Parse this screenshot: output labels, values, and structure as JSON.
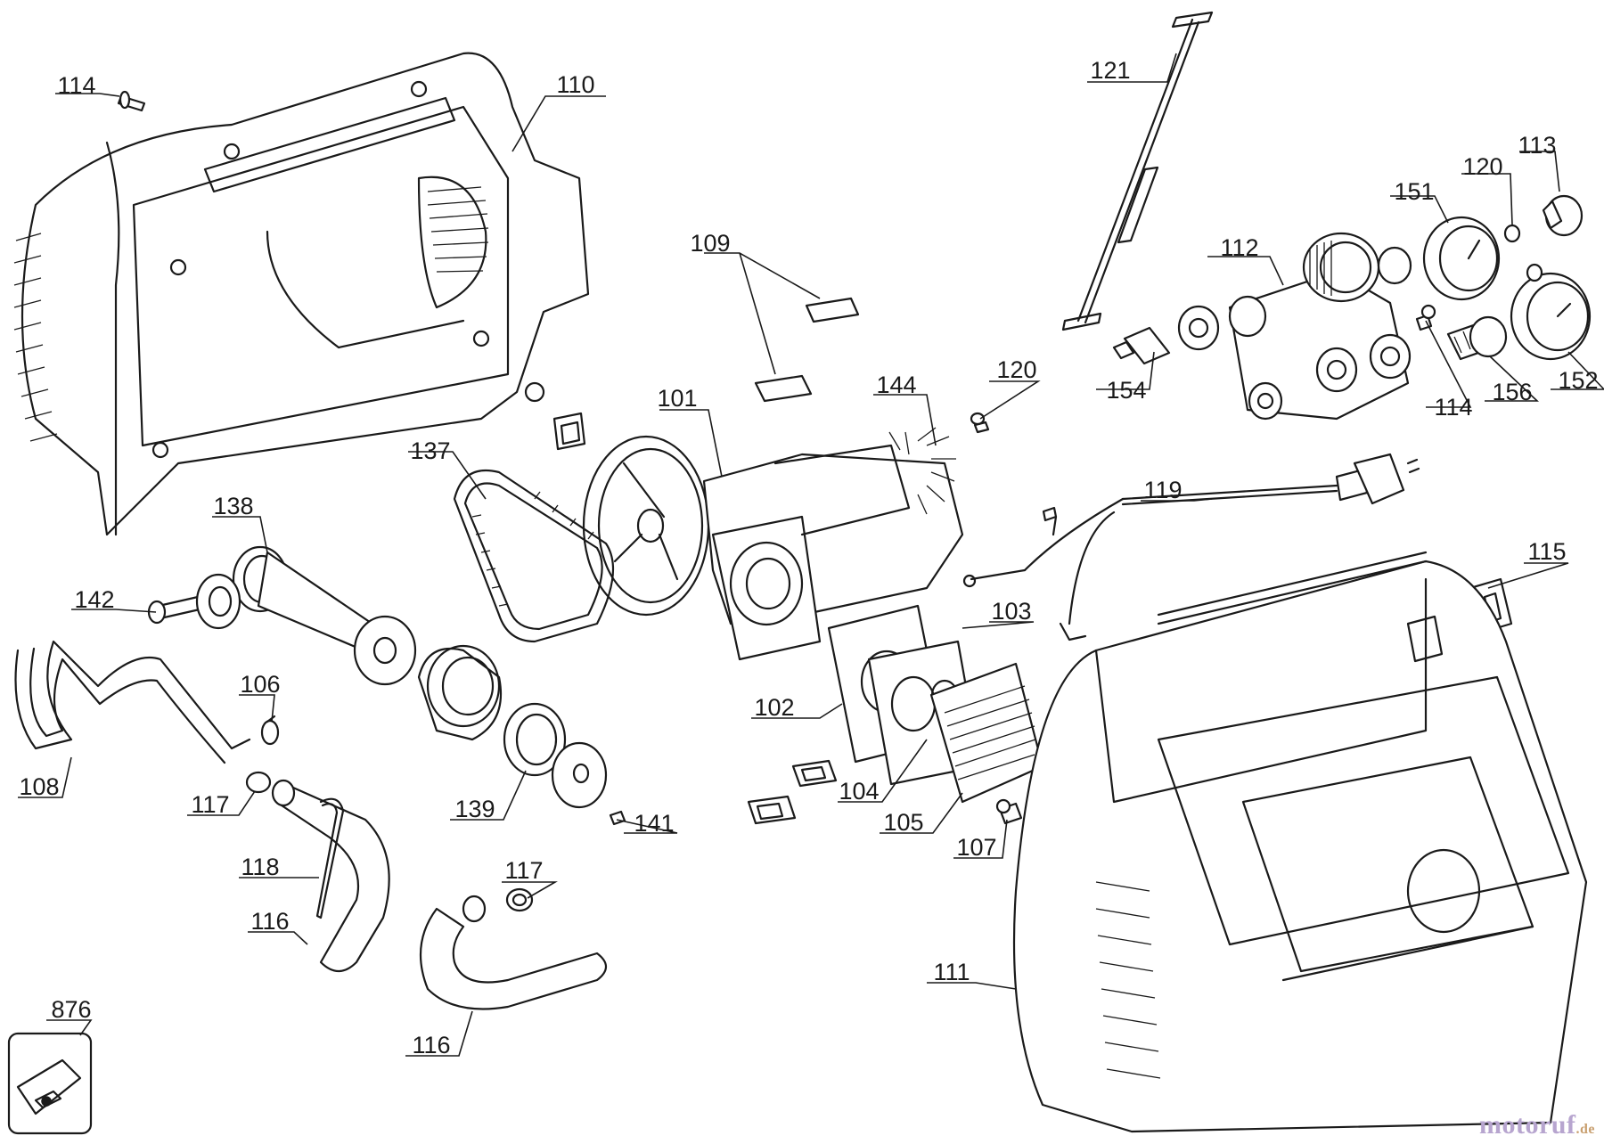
{
  "diagram": {
    "parts": [
      {
        "id": "lbl-114a",
        "text": "114"
      },
      {
        "id": "lbl-110",
        "text": "110"
      },
      {
        "id": "lbl-121",
        "text": "121"
      },
      {
        "id": "lbl-113",
        "text": "113"
      },
      {
        "id": "lbl-120a",
        "text": "120"
      },
      {
        "id": "lbl-151",
        "text": "151"
      },
      {
        "id": "lbl-112",
        "text": "112"
      },
      {
        "id": "lbl-109",
        "text": "109"
      },
      {
        "id": "lbl-101",
        "text": "101"
      },
      {
        "id": "lbl-144",
        "text": "144"
      },
      {
        "id": "lbl-120b",
        "text": "120"
      },
      {
        "id": "lbl-154",
        "text": "154"
      },
      {
        "id": "lbl-114b",
        "text": "114"
      },
      {
        "id": "lbl-156",
        "text": "156"
      },
      {
        "id": "lbl-152",
        "text": "152"
      },
      {
        "id": "lbl-137",
        "text": "137"
      },
      {
        "id": "lbl-138",
        "text": "138"
      },
      {
        "id": "lbl-119",
        "text": "119"
      },
      {
        "id": "lbl-115",
        "text": "115"
      },
      {
        "id": "lbl-142",
        "text": "142"
      },
      {
        "id": "lbl-103",
        "text": "103"
      },
      {
        "id": "lbl-106",
        "text": "106"
      },
      {
        "id": "lbl-102",
        "text": "102"
      },
      {
        "id": "lbl-108",
        "text": "108"
      },
      {
        "id": "lbl-117a",
        "text": "117"
      },
      {
        "id": "lbl-139",
        "text": "139"
      },
      {
        "id": "lbl-141",
        "text": "141"
      },
      {
        "id": "lbl-104",
        "text": "104"
      },
      {
        "id": "lbl-105",
        "text": "105"
      },
      {
        "id": "lbl-107",
        "text": "107"
      },
      {
        "id": "lbl-118",
        "text": "118"
      },
      {
        "id": "lbl-117b",
        "text": "117"
      },
      {
        "id": "lbl-116a",
        "text": "116"
      },
      {
        "id": "lbl-111",
        "text": "111"
      },
      {
        "id": "lbl-876",
        "text": "876"
      },
      {
        "id": "lbl-116b",
        "text": "116"
      }
    ]
  },
  "watermark": {
    "brand": "motoruf",
    "tld": ".de",
    "color": "#b7a5cf"
  }
}
